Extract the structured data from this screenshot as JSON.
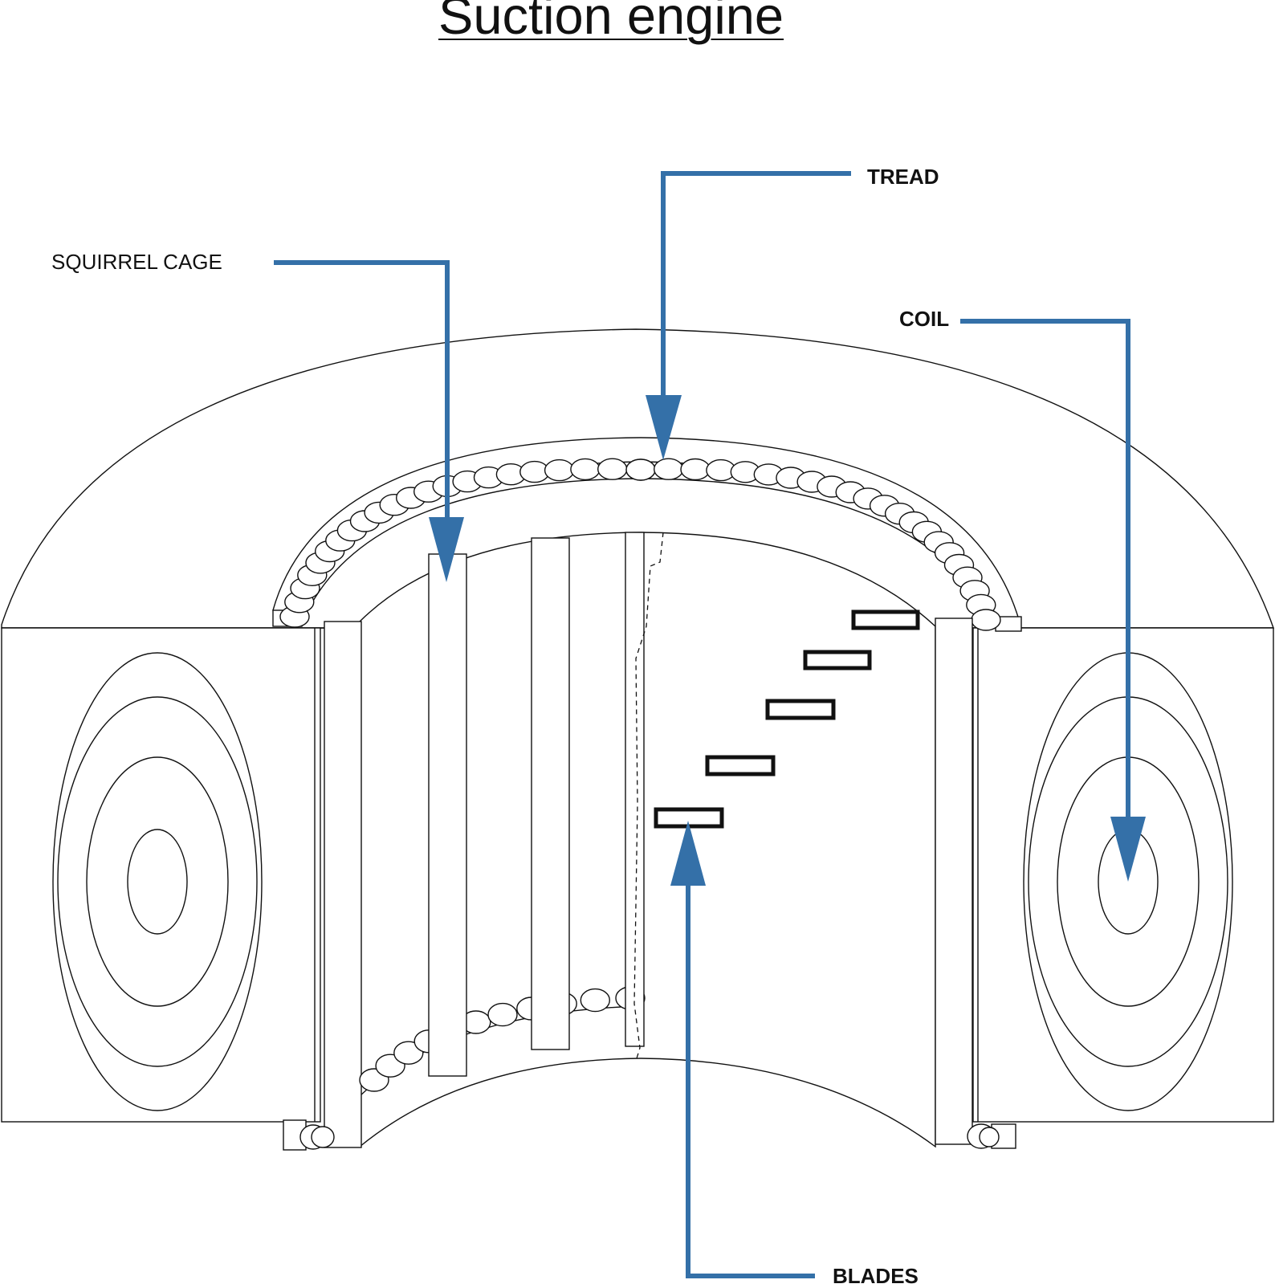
{
  "title": "Suction engine",
  "labels": {
    "squirrel_cage": "SQUIRREL CAGE",
    "tread": "TREAD",
    "coil": "COIL",
    "blades": "BLADES"
  },
  "colors": {
    "leader": "#3470a8",
    "outline": "#111111",
    "background": "#ffffff"
  }
}
